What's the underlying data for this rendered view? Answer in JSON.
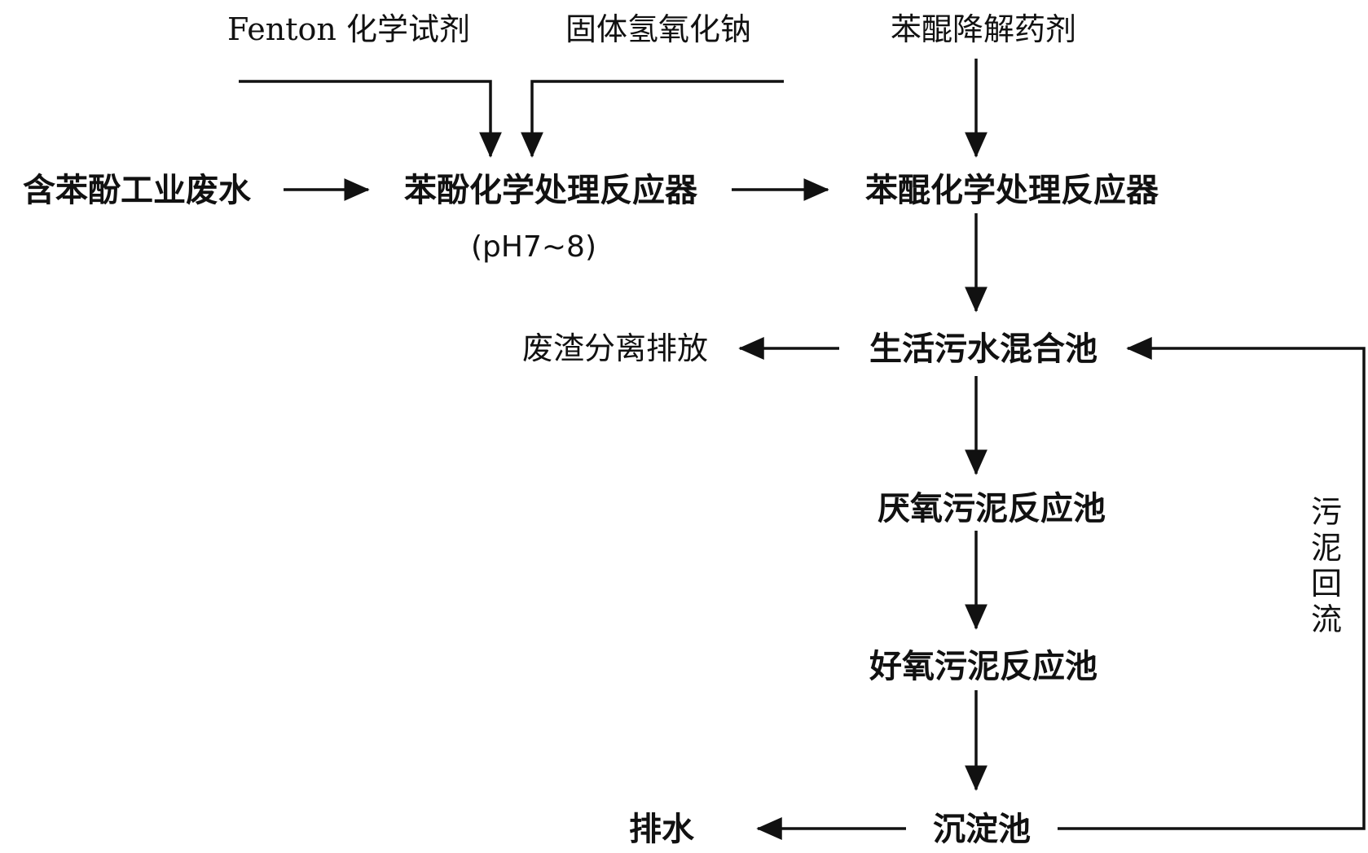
{
  "inputs": {
    "fenton_reagent": "Fenton 化学试剂",
    "solid_naoh": "固体氢氧化钠",
    "quinone_agent": "苯醌降解药剂"
  },
  "nodes": {
    "wastewater": "含苯酚工业废水",
    "phenol_reactor": "苯酚化学处理反应器",
    "phenol_reactor_ph": "(pH7~8)",
    "quinone_reactor": "苯醌化学处理反应器",
    "waste_residue": "废渣分离排放",
    "mixing_pool": "生活污水混合池",
    "anaerobic_pool": "厌氧污泥反应池",
    "aerobic_pool": "好氧污泥反应池",
    "sedimentation_pool": "沉淀池",
    "drainage": "排水"
  },
  "edges": {
    "sludge_return": [
      "污",
      "泥",
      "回",
      "流"
    ]
  }
}
